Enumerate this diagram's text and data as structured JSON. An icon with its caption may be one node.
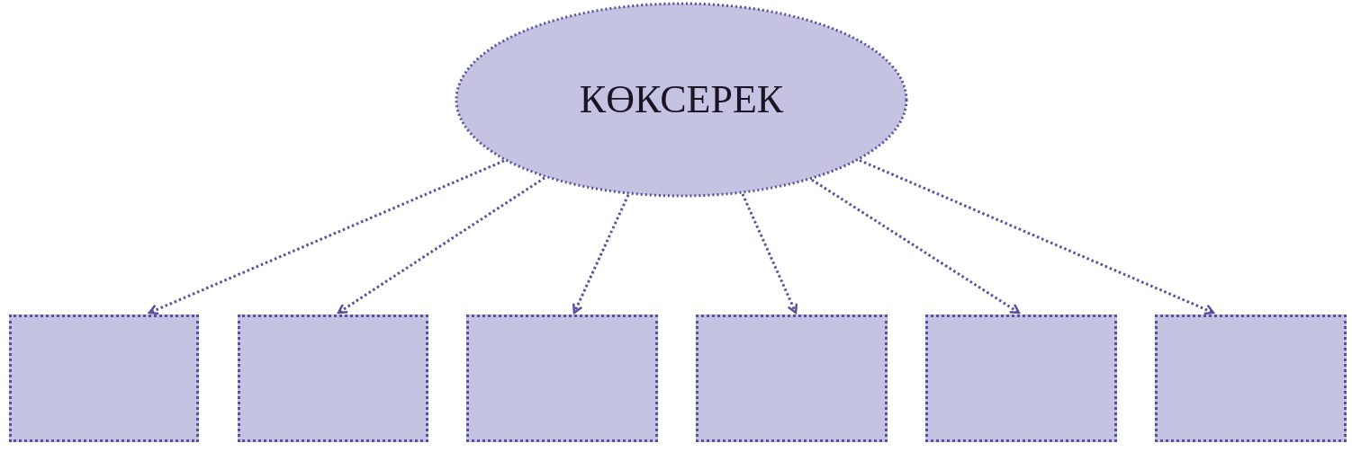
{
  "diagram": {
    "nodes": [
      {
        "text": [
          "КӨКСЕРЕК"
        ]
      },
      {
        "text": [],
        "shape": "box"
      },
      {
        "text": [],
        "shape": "box"
      },
      {
        "text": [],
        "shape": "box"
      },
      {
        "text": [],
        "shape": "box"
      },
      {
        "text": [],
        "shape": "box"
      },
      {
        "text": [],
        "shape": "box"
      }
    ],
    "edges": [
      {
        "from": 0,
        "to": 1,
        "arrow": "to"
      },
      {
        "from": 0,
        "to": 2,
        "arrow": "to"
      },
      {
        "from": 0,
        "to": 3,
        "arrow": "to"
      },
      {
        "from": 0,
        "to": 4,
        "arrow": "to"
      },
      {
        "from": 0,
        "to": 5,
        "arrow": "to"
      },
      {
        "from": 0,
        "to": 6,
        "arrow": "to"
      }
    ]
  }
}
